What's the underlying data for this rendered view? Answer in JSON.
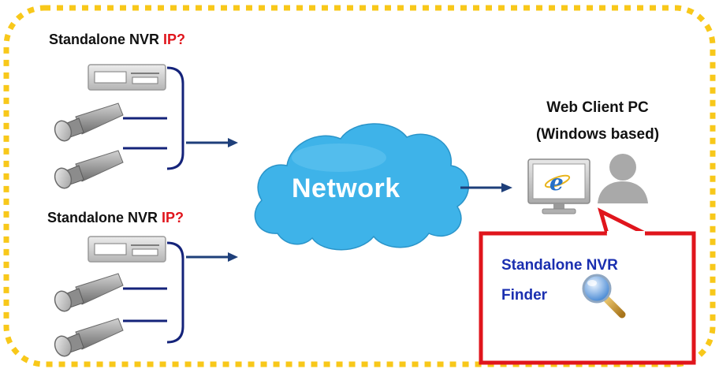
{
  "nvr_top": {
    "label": "Standalone NVR",
    "ip": "IP?"
  },
  "nvr_bottom": {
    "label": "Standalone NVR",
    "ip": "IP?"
  },
  "network": {
    "label": "Network"
  },
  "client": {
    "line1": "Web Client PC",
    "line2": "(Windows based)"
  },
  "finder": {
    "line1": "Standalone NVR",
    "line2": "Finder",
    "icon": "magnifier-icon"
  },
  "colors": {
    "frame": "#f8c81a",
    "bracket": "#14237a",
    "arrow": "#1e3f7a",
    "cloud": "#3eb3e9",
    "callout_border": "#e0151c",
    "callout_text": "#1a2fb0",
    "ip": "#e0151c"
  }
}
